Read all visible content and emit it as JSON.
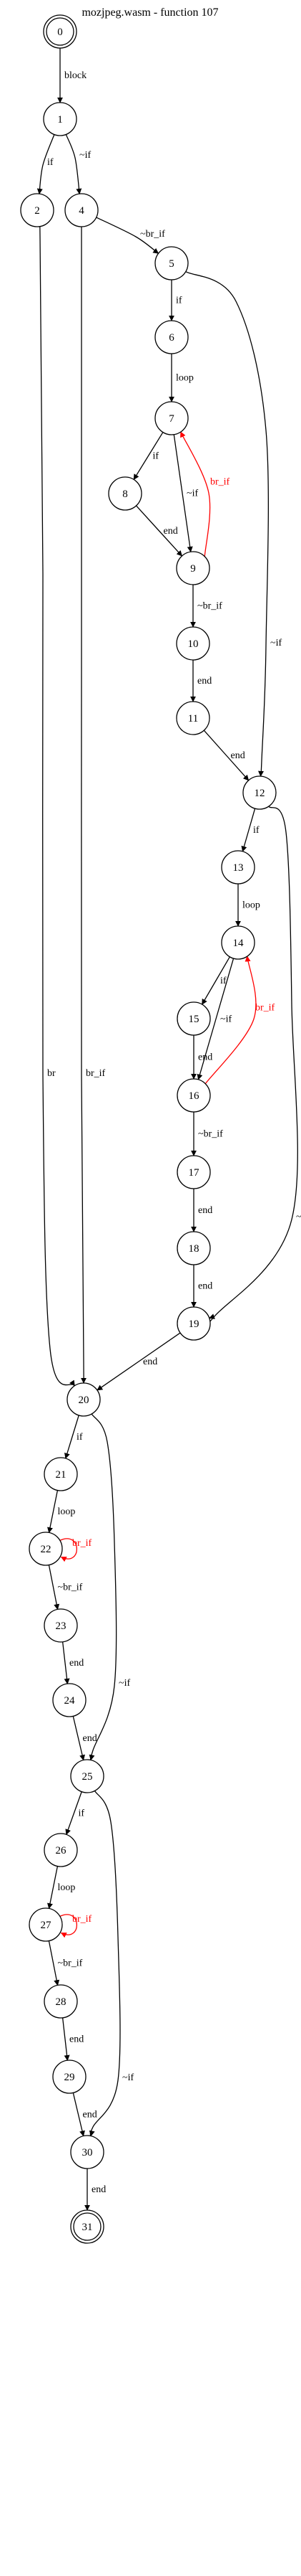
{
  "title": "mozjpeg.wasm - function 107",
  "colors": {
    "normal": "#000000",
    "back_edge": "#ff0000"
  },
  "nodes": [
    {
      "id": "0",
      "double": true
    },
    {
      "id": "1"
    },
    {
      "id": "2"
    },
    {
      "id": "4"
    },
    {
      "id": "5"
    },
    {
      "id": "6"
    },
    {
      "id": "7"
    },
    {
      "id": "8"
    },
    {
      "id": "9"
    },
    {
      "id": "10"
    },
    {
      "id": "11"
    },
    {
      "id": "12"
    },
    {
      "id": "13"
    },
    {
      "id": "14"
    },
    {
      "id": "15"
    },
    {
      "id": "16"
    },
    {
      "id": "17"
    },
    {
      "id": "18"
    },
    {
      "id": "19"
    },
    {
      "id": "20"
    },
    {
      "id": "21"
    },
    {
      "id": "22"
    },
    {
      "id": "23"
    },
    {
      "id": "24"
    },
    {
      "id": "25"
    },
    {
      "id": "26"
    },
    {
      "id": "27"
    },
    {
      "id": "28"
    },
    {
      "id": "29"
    },
    {
      "id": "30"
    },
    {
      "id": "31",
      "double": true
    }
  ],
  "edges": [
    {
      "from": "0",
      "to": "1",
      "label": "block"
    },
    {
      "from": "1",
      "to": "2",
      "label": "if"
    },
    {
      "from": "1",
      "to": "4",
      "label": "~if"
    },
    {
      "from": "2",
      "to": "20",
      "label": "br"
    },
    {
      "from": "4",
      "to": "5",
      "label": "~br_if"
    },
    {
      "from": "4",
      "to": "20",
      "label": "br_if"
    },
    {
      "from": "5",
      "to": "6",
      "label": "if"
    },
    {
      "from": "5",
      "to": "12",
      "label": "~if"
    },
    {
      "from": "6",
      "to": "7",
      "label": "loop"
    },
    {
      "from": "7",
      "to": "8",
      "label": "if"
    },
    {
      "from": "7",
      "to": "9",
      "label": "~if"
    },
    {
      "from": "8",
      "to": "9",
      "label": "end"
    },
    {
      "from": "9",
      "to": "7",
      "label": "br_if",
      "back": true
    },
    {
      "from": "9",
      "to": "10",
      "label": "~br_if"
    },
    {
      "from": "10",
      "to": "11",
      "label": "end"
    },
    {
      "from": "11",
      "to": "12",
      "label": "end"
    },
    {
      "from": "12",
      "to": "13",
      "label": "if"
    },
    {
      "from": "12",
      "to": "19",
      "label": "~if"
    },
    {
      "from": "13",
      "to": "14",
      "label": "loop"
    },
    {
      "from": "14",
      "to": "15",
      "label": "if"
    },
    {
      "from": "14",
      "to": "16",
      "label": "~if"
    },
    {
      "from": "15",
      "to": "16",
      "label": "end"
    },
    {
      "from": "16",
      "to": "14",
      "label": "br_if",
      "back": true
    },
    {
      "from": "16",
      "to": "17",
      "label": "~br_if"
    },
    {
      "from": "17",
      "to": "18",
      "label": "end"
    },
    {
      "from": "18",
      "to": "19",
      "label": "end"
    },
    {
      "from": "19",
      "to": "20",
      "label": "end"
    },
    {
      "from": "20",
      "to": "21",
      "label": "if"
    },
    {
      "from": "20",
      "to": "25",
      "label": "~if"
    },
    {
      "from": "21",
      "to": "22",
      "label": "loop"
    },
    {
      "from": "22",
      "to": "22",
      "label": "br_if",
      "back": true
    },
    {
      "from": "22",
      "to": "23",
      "label": "~br_if"
    },
    {
      "from": "23",
      "to": "24",
      "label": "end"
    },
    {
      "from": "24",
      "to": "25",
      "label": "end"
    },
    {
      "from": "25",
      "to": "26",
      "label": "if"
    },
    {
      "from": "25",
      "to": "30",
      "label": "~if"
    },
    {
      "from": "26",
      "to": "27",
      "label": "loop"
    },
    {
      "from": "27",
      "to": "27",
      "label": "br_if",
      "back": true
    },
    {
      "from": "27",
      "to": "28",
      "label": "~br_if"
    },
    {
      "from": "28",
      "to": "29",
      "label": "end"
    },
    {
      "from": "29",
      "to": "30",
      "label": "end"
    },
    {
      "from": "30",
      "to": "31",
      "label": "end"
    }
  ]
}
